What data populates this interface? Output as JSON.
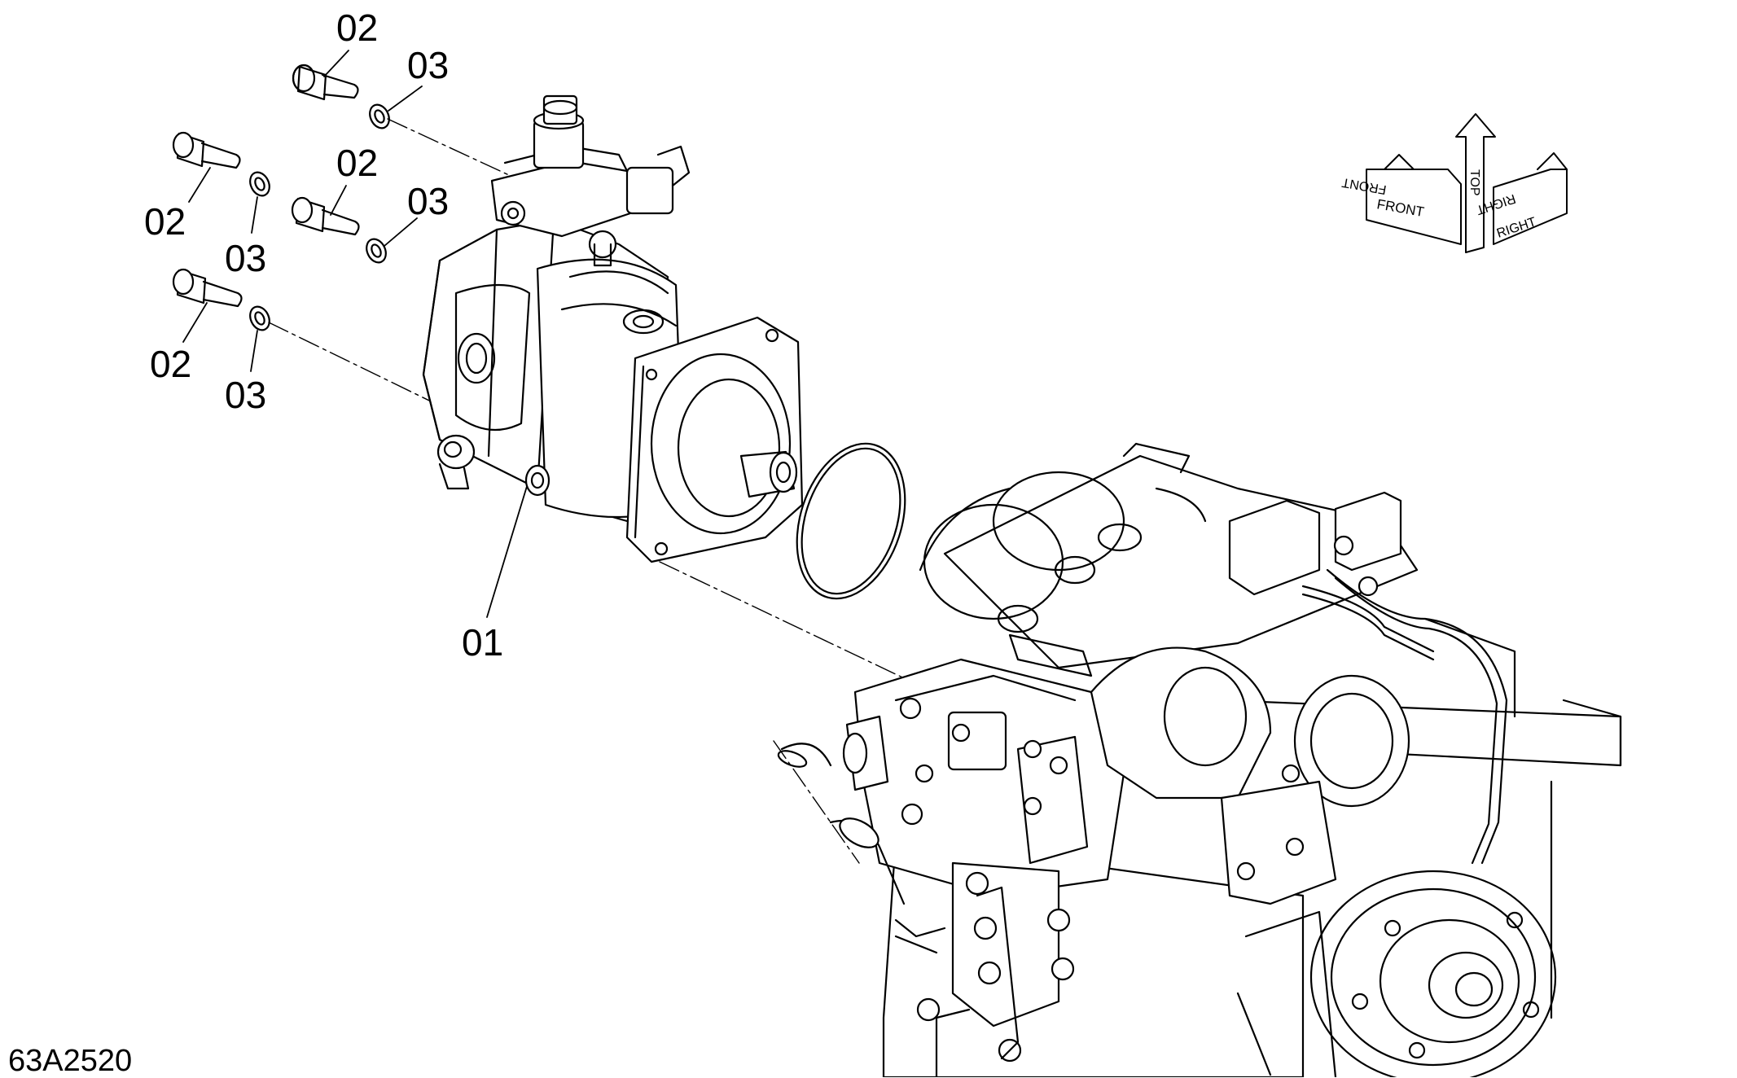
{
  "drawing_number": "63A2520",
  "callouts": {
    "p02_a": "02",
    "p03_a": "03",
    "p02_b": "02",
    "p03_b": "03",
    "p02_c": "02",
    "p03_c": "03",
    "p02_d": "02",
    "p03_d": "03",
    "p01": "01"
  },
  "orientation_icon": {
    "front": "FRONT",
    "top": "TOP",
    "right": "RIGHT"
  }
}
